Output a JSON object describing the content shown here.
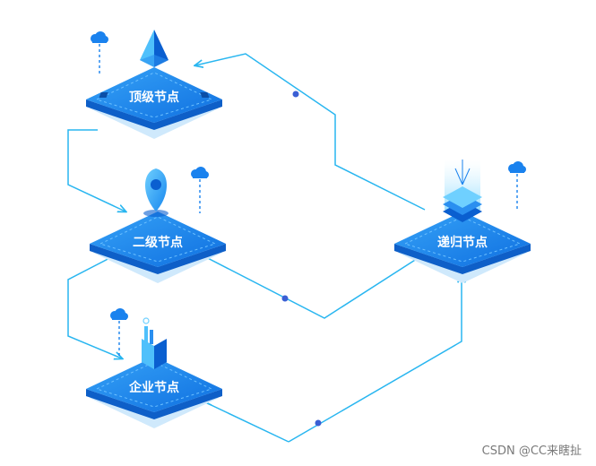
{
  "diagram": {
    "nodes": [
      {
        "id": "top",
        "label": "顶级节点",
        "icon": "pyramid-icon"
      },
      {
        "id": "second",
        "label": "二级节点",
        "icon": "location-pin-icon"
      },
      {
        "id": "enterprise",
        "label": "企业节点",
        "icon": "factory-icon"
      },
      {
        "id": "recursive",
        "label": "递归节点",
        "icon": "server-stack-icon"
      }
    ],
    "edges": [
      {
        "from": "top",
        "to": "second"
      },
      {
        "from": "second",
        "to": "enterprise"
      },
      {
        "from": "recursive",
        "to": "top"
      },
      {
        "from": "recursive",
        "to": "second"
      },
      {
        "from": "enterprise",
        "to": "recursive"
      }
    ],
    "colors": {
      "connector": "#29b6f0",
      "junction_dot": "#3a5fd4",
      "platform_top": "#1a82ee",
      "platform_side": "#0e5fc8",
      "platform_shadow": "#bfe2fb",
      "icon_dark": "#0a5fd0",
      "icon_light": "#4fc0fb"
    }
  },
  "watermark": {
    "text": "CSDN @CC来瞎扯"
  }
}
